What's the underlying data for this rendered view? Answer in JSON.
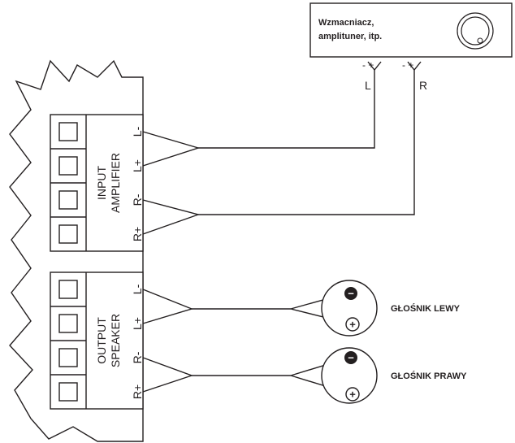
{
  "amplifier": {
    "label_line1": "Wzmacniacz,",
    "label_line2": "amplituner, itp.",
    "out_left": {
      "polarity": "- +",
      "channel": "L"
    },
    "out_right": {
      "polarity": "- +",
      "channel": "R"
    }
  },
  "input_block": {
    "title_line1": "INPUT",
    "title_line2": "AMPLIFIER",
    "terminals": [
      "L-",
      "L+",
      "R-",
      "R+"
    ]
  },
  "output_block": {
    "title_line1": "OUTPUT",
    "title_line2": "SPEAKER",
    "terminals": [
      "L-",
      "L+",
      "R-",
      "R+"
    ]
  },
  "speakers": [
    {
      "label": "GŁOŚNIK LEWY",
      "neg_symbol": "−",
      "pos_symbol": "+"
    },
    {
      "label": "GŁOŚNIK PRAWY",
      "neg_symbol": "−",
      "pos_symbol": "+"
    }
  ],
  "colors": {
    "ink": "#231f20",
    "background": "#ffffff"
  }
}
